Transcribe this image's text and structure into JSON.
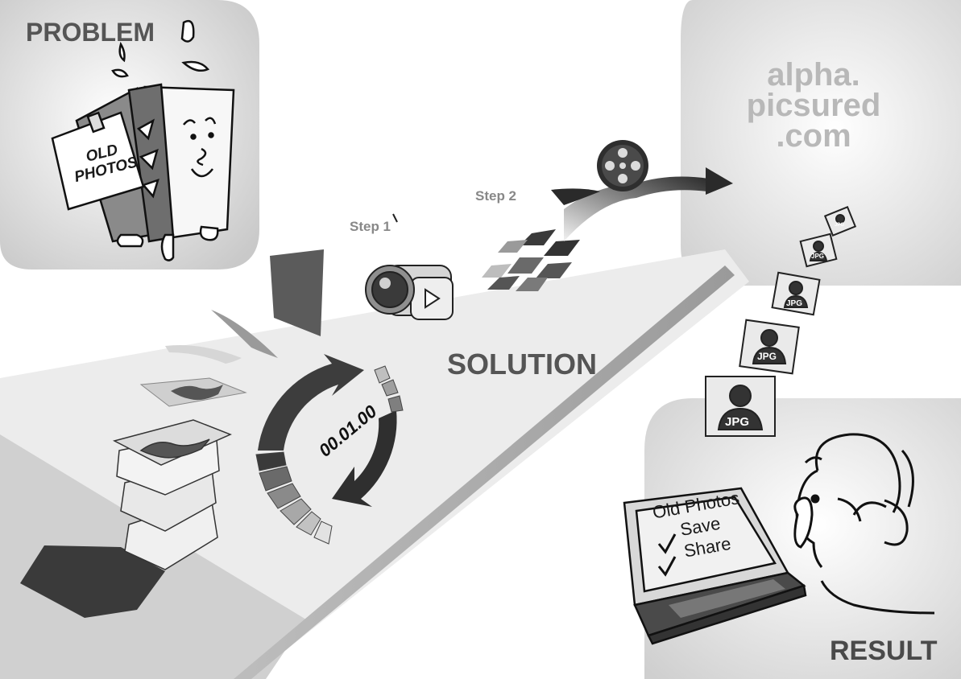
{
  "labels": {
    "problem": "PROBLEM",
    "step1": "Step 1",
    "step2": "Step 2",
    "solution": "SOLUTION",
    "result": "RESULT"
  },
  "brand": {
    "line1": "alpha.",
    "line2": "picsured",
    "line3": ".com"
  },
  "sticky_note": {
    "line1": "OLD",
    "line2": "PHOTOS"
  },
  "timer": "00.01.00",
  "screen": {
    "title": "Old Photos",
    "item1": "Save",
    "item2": "Share"
  },
  "photo_tag": "JPG",
  "icons": [
    "folder-character-icon",
    "photo-stack-icon",
    "camcorder-icon",
    "film-reel-icon",
    "progress-circle-icon",
    "laptop-icon",
    "person-icon"
  ],
  "colors": {
    "panel": "#d9d9d9",
    "path": "#e3e3e3",
    "dark": "#333333"
  }
}
